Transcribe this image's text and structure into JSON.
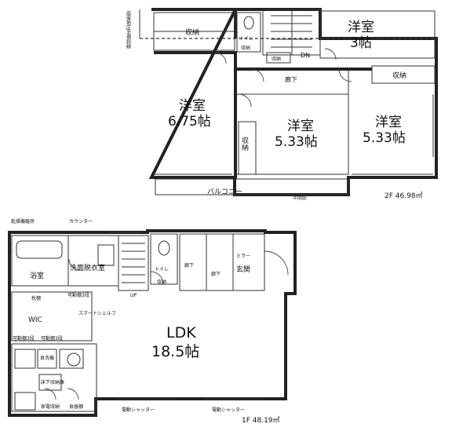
{
  "floor2": {
    "area_label": "2F 46.98㎡",
    "height_limit": "高度地区北側斜線",
    "storage_top": "収納",
    "toilet": "トイレ",
    "toilet_storage": "収納",
    "small_storage": "収納",
    "dn": "DN",
    "hall": "廊下",
    "room_nw_name": "洋室",
    "room_nw_size": "6.75帖",
    "room_c_name": "洋室",
    "room_c_size": "5.33帖",
    "room_e_name": "洋室",
    "room_e_size": "5.33帖",
    "room_ne_name": "洋室",
    "room_ne_size": "3帖",
    "storage_e": "収納",
    "storage_c": "収納",
    "balcony": "バルコニー",
    "eave": "半間庇"
  },
  "floor1": {
    "area_label": "1F 48.19㎡",
    "dryer": "乾燥機暖房",
    "counter": "カウンター",
    "washroom": "洗面脱衣室",
    "bath": "浴室",
    "toilet": "トイレ",
    "toilet_storage": "収納",
    "hall_a": "廊下",
    "hall_b": "廊下",
    "mirror": "ミラー",
    "entrance": "玄関",
    "up": "UP",
    "shelf_movable": "可動棚3段",
    "closet_pole": "枕棚",
    "wic": "WIC",
    "wic_shelf_l": "可動棚3段",
    "wic_shelf_r": "可動棚3段",
    "smart_shelf": "スマートシェルフ",
    "ldk_name": "LDK",
    "ldk_size": "18.5帖",
    "dishwasher": "食洗機",
    "floor_storage": "床下収納庫",
    "appliance_storage": "家電収納",
    "cupboard": "食器棚",
    "shutter_l": "電動シャッター",
    "shutter_r": "電動シャッター"
  }
}
